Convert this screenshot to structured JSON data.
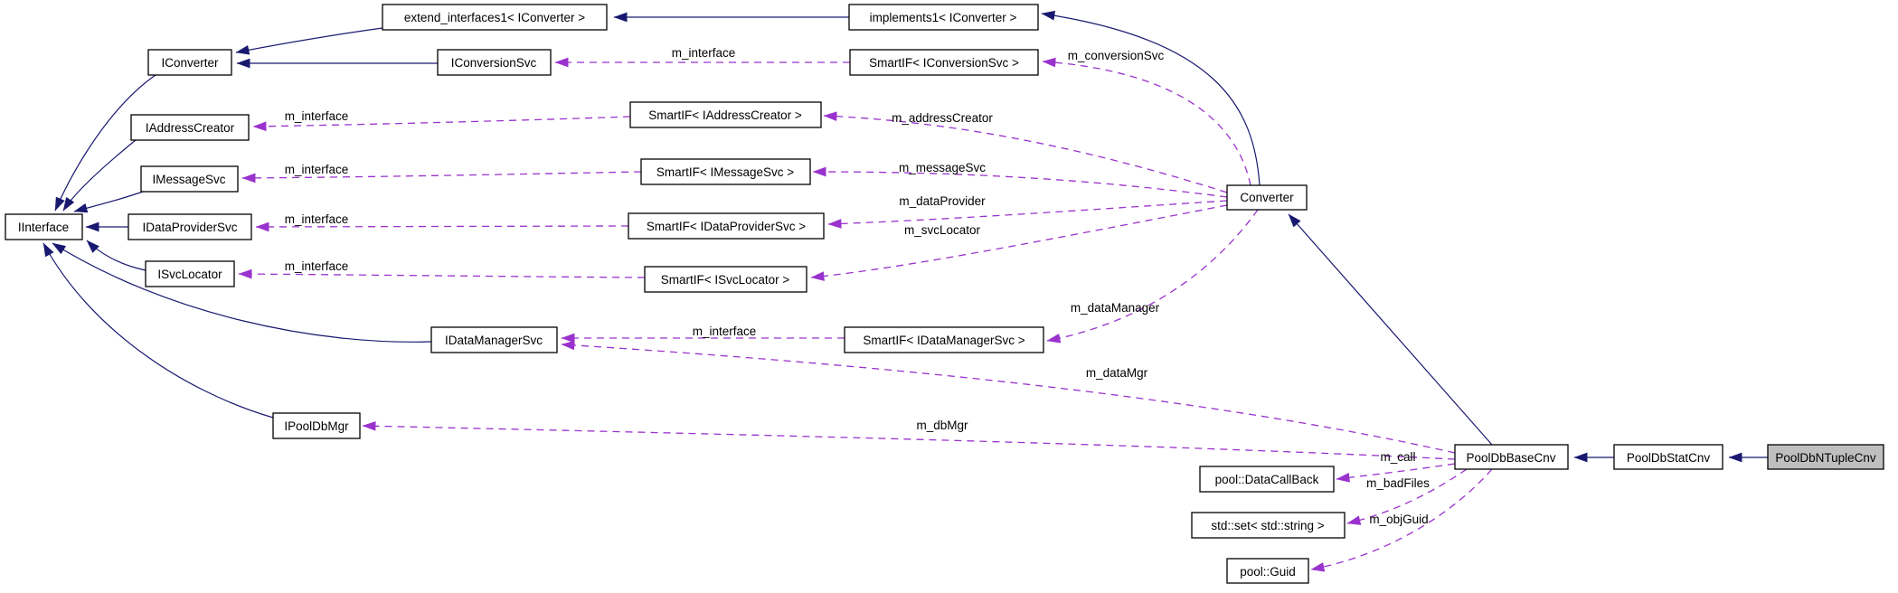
{
  "diagram": {
    "kind": "collaboration-graph",
    "focus_class": "PoolDbNTupleCnv",
    "colors": {
      "background": "#ffffff",
      "inheritance_edge": "#191970",
      "usage_edge": "#9a32cd",
      "node_fill": "#ffffff",
      "focus_node_fill": "#bfbfbf",
      "node_border": "#000000",
      "text": "#000000"
    },
    "nodes": [
      {
        "label": "extend_interfaces1< IConverter >"
      },
      {
        "label": "implements1< IConverter >"
      },
      {
        "label": "IConverter"
      },
      {
        "label": "IConversionSvc"
      },
      {
        "label": "SmartIF< IConversionSvc >"
      },
      {
        "label": "IAddressCreator"
      },
      {
        "label": "SmartIF< IAddressCreator >"
      },
      {
        "label": "IMessageSvc"
      },
      {
        "label": "SmartIF< IMessageSvc >"
      },
      {
        "label": "IInterface"
      },
      {
        "label": "IDataProviderSvc"
      },
      {
        "label": "SmartIF< IDataProviderSvc >"
      },
      {
        "label": "ISvcLocator"
      },
      {
        "label": "SmartIF< ISvcLocator >"
      },
      {
        "label": "IDataManagerSvc"
      },
      {
        "label": "SmartIF< IDataManagerSvc >"
      },
      {
        "label": "IPoolDbMgr"
      },
      {
        "label": "Converter"
      },
      {
        "label": "PoolDbBaseCnv"
      },
      {
        "label": "PoolDbStatCnv"
      },
      {
        "label": "PoolDbNTupleCnv"
      },
      {
        "label": "pool::DataCallBack"
      },
      {
        "label": "std::set< std::string >"
      },
      {
        "label": "pool::Guid"
      }
    ],
    "inheritances": [
      {
        "from": "implements1< IConverter >",
        "to": "extend_interfaces1< IConverter >"
      },
      {
        "from": "extend_interfaces1< IConverter >",
        "to": "IConverter"
      },
      {
        "from": "IConversionSvc",
        "to": "IConverter"
      },
      {
        "from": "IConverter",
        "to": "IInterface"
      },
      {
        "from": "IAddressCreator",
        "to": "IInterface"
      },
      {
        "from": "IMessageSvc",
        "to": "IInterface"
      },
      {
        "from": "IDataProviderSvc",
        "to": "IInterface"
      },
      {
        "from": "ISvcLocator",
        "to": "IInterface"
      },
      {
        "from": "IDataManagerSvc",
        "to": "IInterface"
      },
      {
        "from": "IPoolDbMgr",
        "to": "IInterface"
      },
      {
        "from": "Converter",
        "to": "implements1< IConverter >"
      },
      {
        "from": "PoolDbBaseCnv",
        "to": "Converter"
      },
      {
        "from": "PoolDbStatCnv",
        "to": "PoolDbBaseCnv"
      },
      {
        "from": "PoolDbNTupleCnv",
        "to": "PoolDbStatCnv"
      }
    ],
    "associations": [
      {
        "label": "m_interface",
        "from": "SmartIF< IConversionSvc >",
        "to": "IConversionSvc"
      },
      {
        "label": "m_interface",
        "from": "SmartIF< IAddressCreator >",
        "to": "IAddressCreator"
      },
      {
        "label": "m_interface",
        "from": "SmartIF< IMessageSvc >",
        "to": "IMessageSvc"
      },
      {
        "label": "m_interface",
        "from": "SmartIF< IDataProviderSvc >",
        "to": "IDataProviderSvc"
      },
      {
        "label": "m_interface",
        "from": "SmartIF< ISvcLocator >",
        "to": "ISvcLocator"
      },
      {
        "label": "m_interface",
        "from": "SmartIF< IDataManagerSvc >",
        "to": "IDataManagerSvc"
      },
      {
        "label": "m_conversionSvc",
        "from": "Converter",
        "to": "SmartIF< IConversionSvc >"
      },
      {
        "label": "m_addressCreator",
        "from": "Converter",
        "to": "SmartIF< IAddressCreator >"
      },
      {
        "label": "m_messageSvc",
        "from": "Converter",
        "to": "SmartIF< IMessageSvc >"
      },
      {
        "label": "m_dataProvider",
        "from": "Converter",
        "to": "SmartIF< IDataProviderSvc >"
      },
      {
        "label": "m_svcLocator",
        "from": "Converter",
        "to": "SmartIF< ISvcLocator >"
      },
      {
        "label": "m_dataManager",
        "from": "Converter",
        "to": "SmartIF< IDataManagerSvc >"
      },
      {
        "label": "m_dataMgr",
        "from": "PoolDbBaseCnv",
        "to": "IDataManagerSvc"
      },
      {
        "label": "m_dbMgr",
        "from": "PoolDbBaseCnv",
        "to": "IPoolDbMgr"
      },
      {
        "label": "m_call",
        "from": "PoolDbBaseCnv",
        "to": "pool::DataCallBack"
      },
      {
        "label": "m_badFiles",
        "from": "PoolDbBaseCnv",
        "to": "std::set< std::string >"
      },
      {
        "label": "m_objGuid",
        "from": "PoolDbBaseCnv",
        "to": "pool::Guid"
      }
    ]
  }
}
